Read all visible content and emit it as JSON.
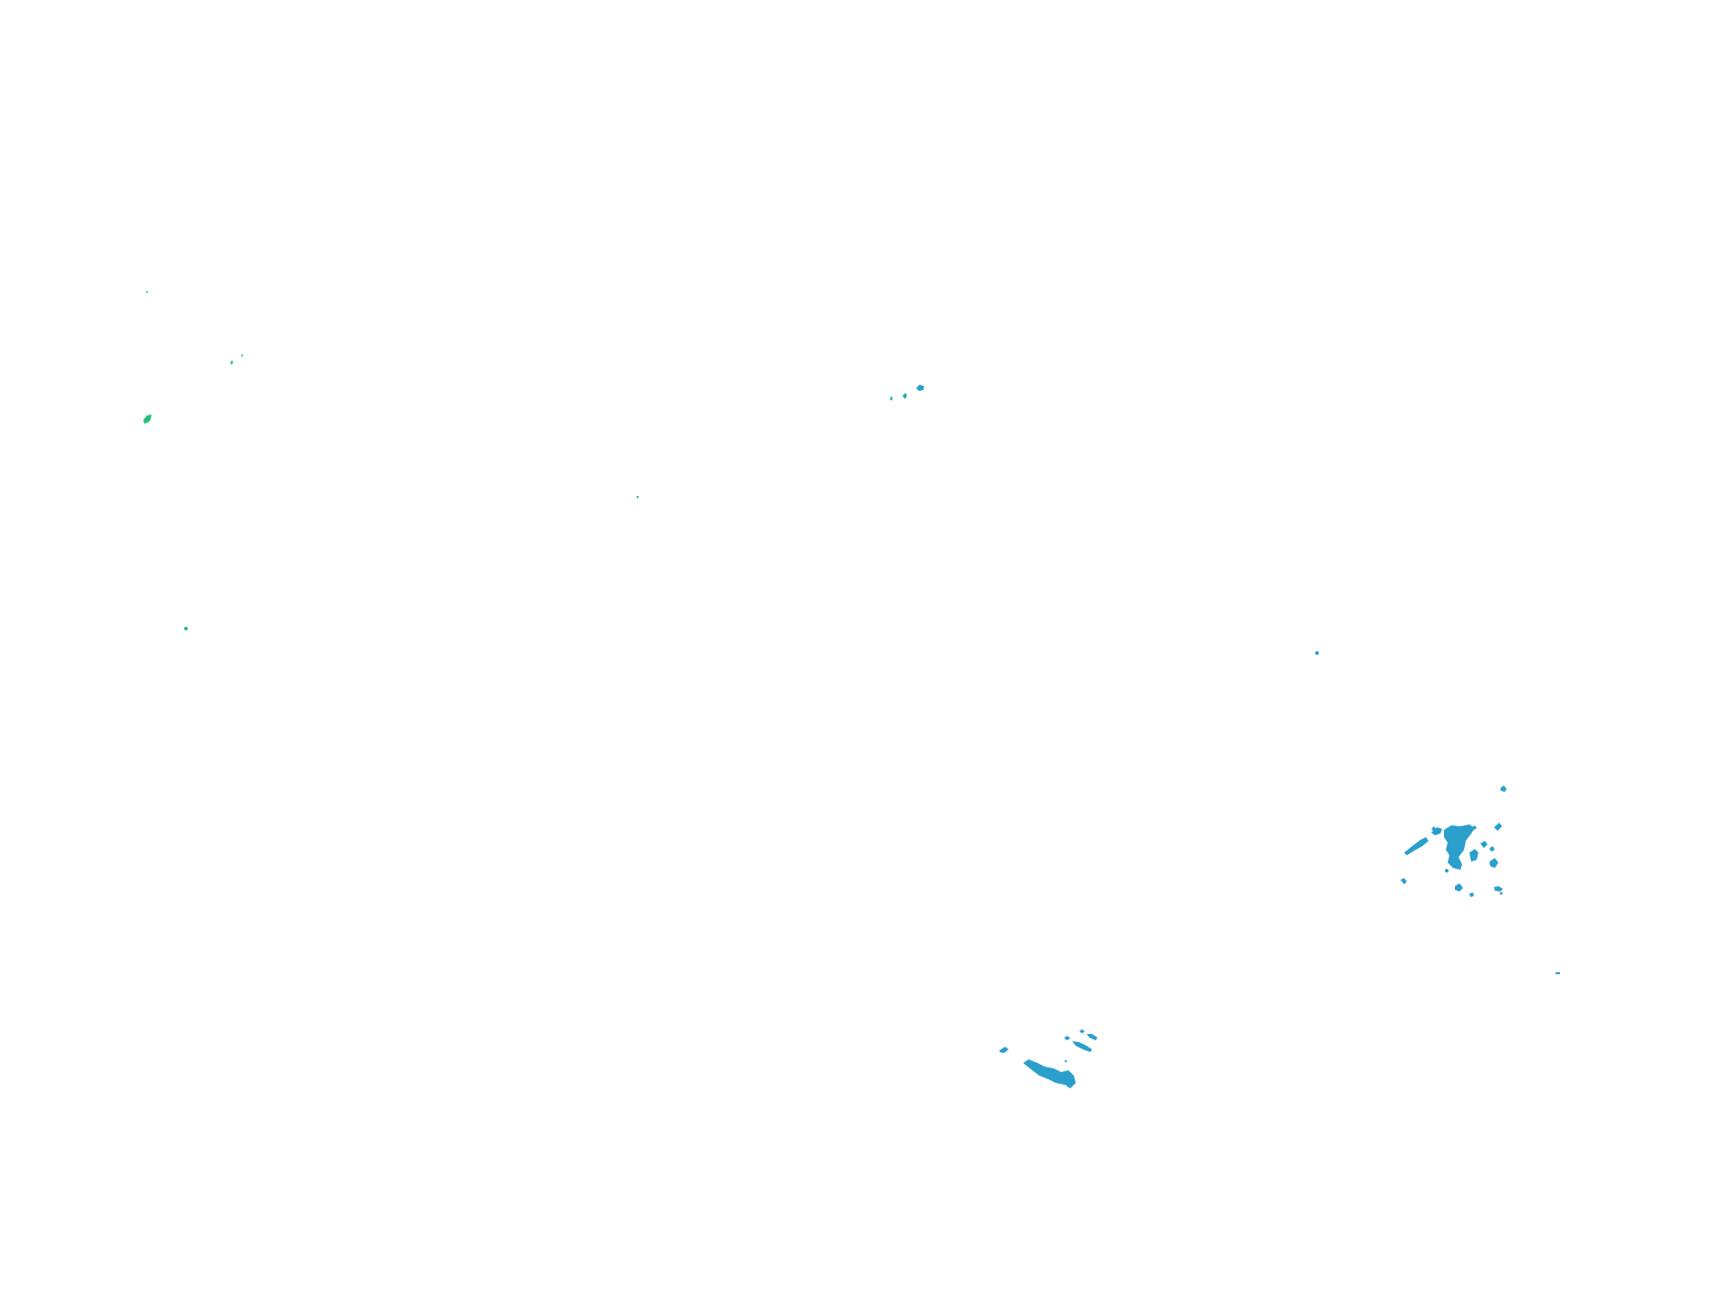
{
  "map": {
    "background": "#ffffff",
    "colors": {
      "green": "#22c07a",
      "teal": "#1fb0a8",
      "blue": "#2b9fcc"
    },
    "clusters": [
      {
        "name": "west-island-1",
        "color": "green"
      },
      {
        "name": "west-island-2",
        "color": "teal"
      },
      {
        "name": "west-dot-1",
        "color": "teal"
      },
      {
        "name": "west-dot-2",
        "color": "green"
      },
      {
        "name": "center-north",
        "color": "teal"
      },
      {
        "name": "center-dot",
        "color": "teal"
      },
      {
        "name": "east-dot",
        "color": "blue"
      },
      {
        "name": "southeast-archipelago",
        "color": "blue"
      },
      {
        "name": "south-chain",
        "color": "blue"
      },
      {
        "name": "far-east-dot",
        "color": "blue"
      }
    ]
  }
}
